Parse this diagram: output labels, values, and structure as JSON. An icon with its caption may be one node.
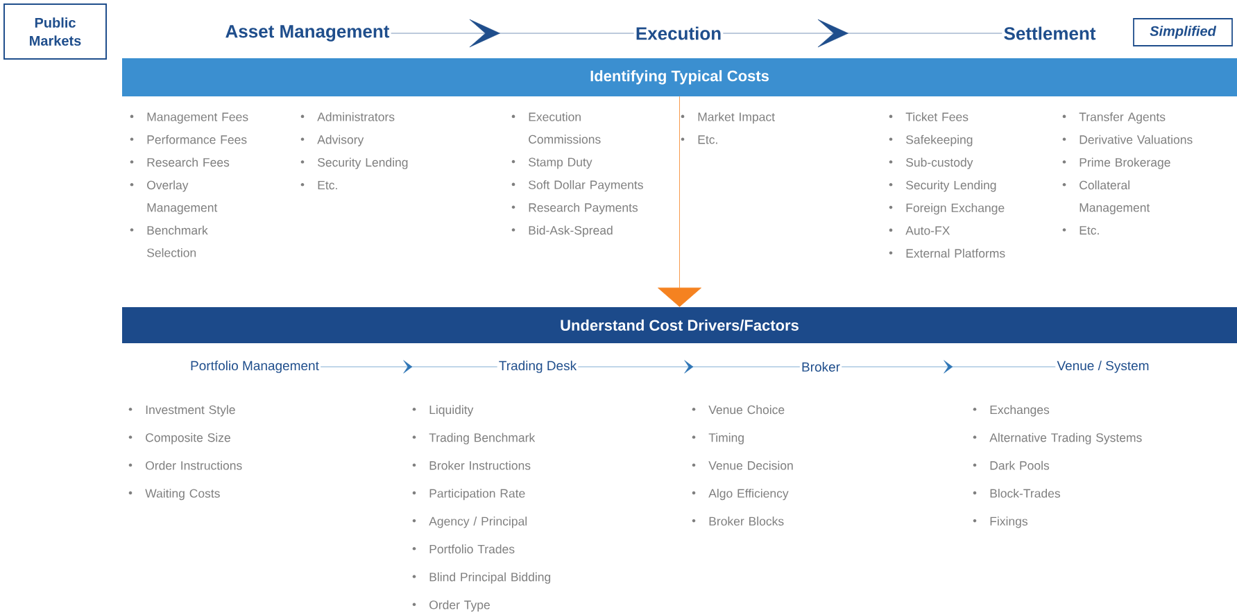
{
  "diagram": {
    "nodes": [
      {
        "text": [
          "Public Markets"
        ]
      },
      {
        "text": [
          "Asset Management"
        ]
      },
      {
        "text": [
          "Execution"
        ]
      },
      {
        "text": [
          "Settlement"
        ]
      },
      {
        "text": [
          "Simplified"
        ]
      },
      {
        "text": [
          "Identifying Typical Costs"
        ]
      },
      {
        "text": [
          "Understand Cost Drivers/Factors"
        ]
      },
      {
        "text": [
          "Portfolio Management"
        ]
      },
      {
        "text": [
          "Trading Desk"
        ]
      },
      {
        "text": [
          "Broker"
        ]
      },
      {
        "text": [
          "Venue / System"
        ]
      }
    ],
    "edges": [
      {
        "from": 1,
        "to": 2,
        "arrow": "to"
      },
      {
        "from": 2,
        "to": 3,
        "arrow": "to"
      },
      {
        "from": 5,
        "to": 6,
        "arrow": "to",
        "color": "#f58220"
      },
      {
        "from": 7,
        "to": 8,
        "arrow": "to"
      },
      {
        "from": 8,
        "to": 9,
        "arrow": "to"
      },
      {
        "from": 9,
        "to": 10,
        "arrow": "to"
      }
    ],
    "labels": [
      "Management Fees",
      "Performance Fees",
      "Research Fees",
      "Overlay Management",
      "Benchmark Selection",
      "Administrators",
      "Advisory",
      "Security Lending",
      "Etc.",
      "Execution Commissions",
      "Stamp Duty",
      "Soft Dollar Payments",
      "Research Payments",
      "Bid-Ask-Spread",
      "Market Impact",
      "Etc.",
      "Ticket Fees",
      "Safekeeping",
      "Sub-custody",
      "Security Lending",
      "Foreign Exchange",
      "Auto-FX",
      "External Platforms",
      "Transfer Agents",
      "Derivative Valuations",
      "Prime Brokerage",
      "Collateral Management",
      "Etc.",
      "Investment Style",
      "Composite Size",
      "Order Instructions",
      "Waiting Costs",
      "Liquidity",
      "Trading Benchmark",
      "Broker Instructions",
      "Participation Rate",
      "Agency / Principal",
      "Portfolio Trades",
      "Blind Principal Bidding",
      "Order Type",
      "Venue Choice",
      "Timing",
      "Venue Decision",
      "Algo Efficiency",
      "Broker Blocks",
      "Exchanges",
      "Alternative Trading Systems",
      "Dark Pools",
      "Block-Trades",
      "Fixings"
    ]
  }
}
